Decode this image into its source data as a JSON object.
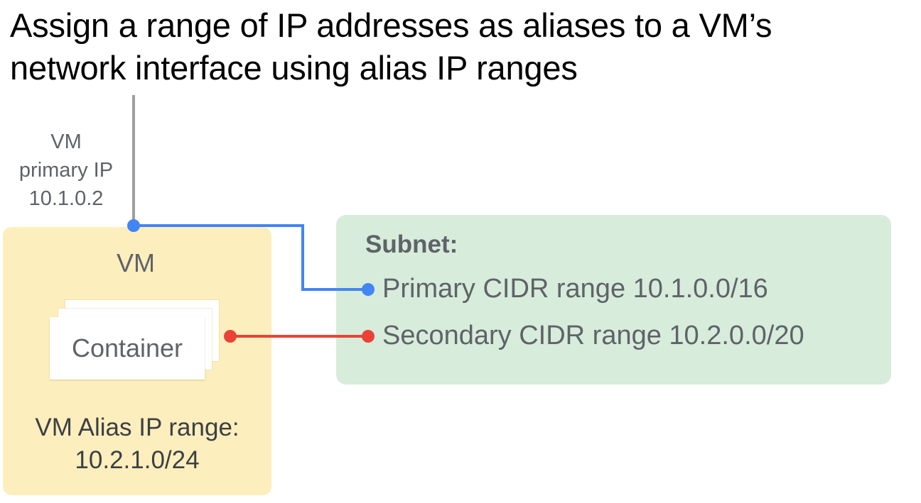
{
  "title": {
    "line1": "Assign a range of IP addresses as aliases to a VM’s",
    "line2": "network interface using alias IP ranges"
  },
  "vm_primary_ip": {
    "line1": "VM",
    "line2": "primary IP",
    "line3": "10.1.0.2"
  },
  "vm": {
    "title": "VM",
    "container_label": "Container",
    "alias_line1": "VM Alias IP range:",
    "alias_line2": "10.2.1.0/24"
  },
  "subnet": {
    "title": "Subnet:",
    "primary_cidr": "Primary CIDR range 10.1.0.0/16",
    "secondary_cidr": "Secondary CIDR range 10.2.0.0/20"
  },
  "colors": {
    "vm_box": "#fdeebd",
    "subnet_box": "#d7ecdb",
    "primary_link": "#4285f4",
    "secondary_link": "#ea4335",
    "uplink": "#9e9e9e",
    "label_text": "#5f6368"
  }
}
